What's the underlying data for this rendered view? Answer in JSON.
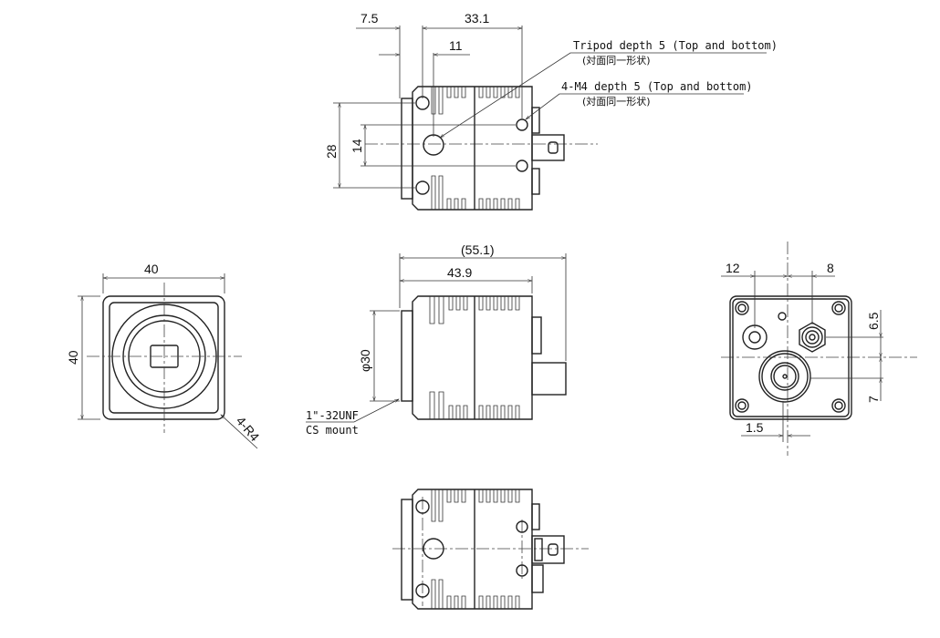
{
  "dimensions": {
    "top_view": {
      "d_7_5": "7.5",
      "d_33_1": "33.1",
      "d_11": "11",
      "d_28": "28",
      "d_14": "14"
    },
    "front_view": {
      "width": "40",
      "height": "40",
      "corner_radius": "4-R4"
    },
    "side_view": {
      "overall_length": "(55.1)",
      "body_length": "43.9",
      "mount_diameter": "φ30"
    },
    "rear_view": {
      "d_12": "12",
      "d_8": "8",
      "d_6_5": "6.5",
      "d_7": "7",
      "d_1_5": "1.5"
    }
  },
  "annotations": {
    "tripod": "Tripod depth 5  (Top and bottom)",
    "tripod_jp": "(対面同一形状)",
    "m4": "4-M4 depth 5  (Top and bottom)",
    "m4_jp": "(対面同一形状)",
    "mount_line1": "1\"-32UNF",
    "mount_line2": "CS mount"
  },
  "colors": {
    "line": "#222222",
    "background": "#ffffff"
  }
}
